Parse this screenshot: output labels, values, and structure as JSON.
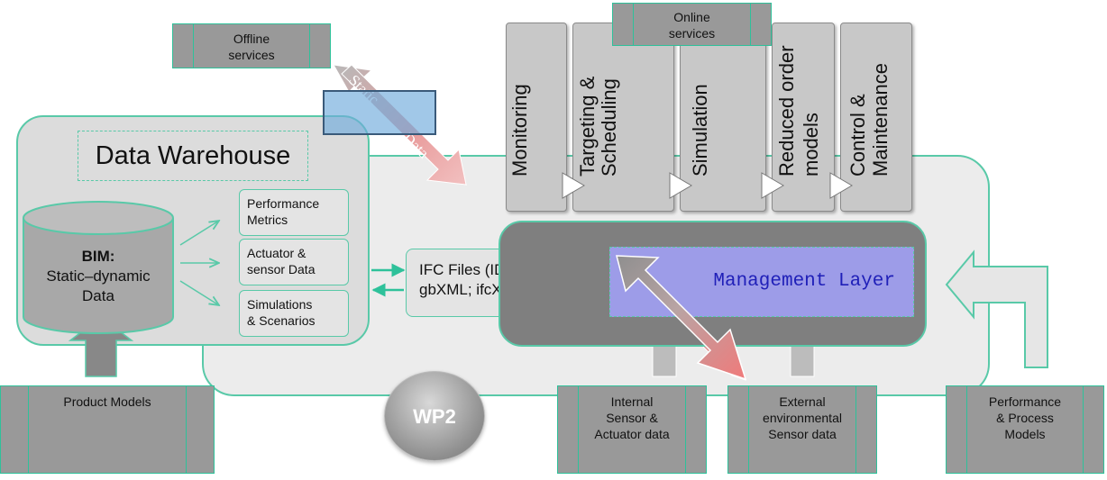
{
  "offline_services": {
    "line1": "Offline",
    "line2": "services"
  },
  "online_services": {
    "line1": "Online",
    "line2": "services"
  },
  "static_data_arrow": {
    "word1": "Static",
    "word2": "Data"
  },
  "data_warehouse": {
    "title": "Data Warehouse",
    "bim": {
      "line1": "BIM:",
      "line2": "Static–dynamic",
      "line3": "Data"
    },
    "outputs": [
      {
        "line1": "Performance",
        "line2": "Metrics"
      },
      {
        "line1": "Actuator &",
        "line2": "sensor Data"
      },
      {
        "line1": "Simulations",
        "line2": "& Scenarios"
      }
    ]
  },
  "ifc": {
    "line1": "IFC Files (IDFs):",
    "line2": "gbXML; ifcXML"
  },
  "management_layer": "Management Layer",
  "service_columns": [
    {
      "line1": "Monitoring",
      "line2": ""
    },
    {
      "line1": "Targeting &",
      "line2": "Scheduling"
    },
    {
      "line1": "Simulation",
      "line2": ""
    },
    {
      "line1": "Reduced order",
      "line2": "models"
    },
    {
      "line1": "Control &",
      "line2": "Maintenance"
    }
  ],
  "wp2_label": "WP2",
  "bottom_boxes": [
    {
      "line1": "Product Models",
      "line2": "",
      "line3": ""
    },
    {
      "line1": "Internal",
      "line2": "Sensor &",
      "line3": "Actuator data"
    },
    {
      "line1": "External",
      "line2": "environmental",
      "line3": "Sensor  data"
    },
    {
      "line1": "Performance",
      "line2": "& Process",
      "line3": "Models"
    }
  ],
  "colors": {
    "accent_green": "#2ec19a",
    "management_fill": "#9d9ce8",
    "management_text": "#1f1fb8",
    "arrow_red": "#e8787a"
  }
}
